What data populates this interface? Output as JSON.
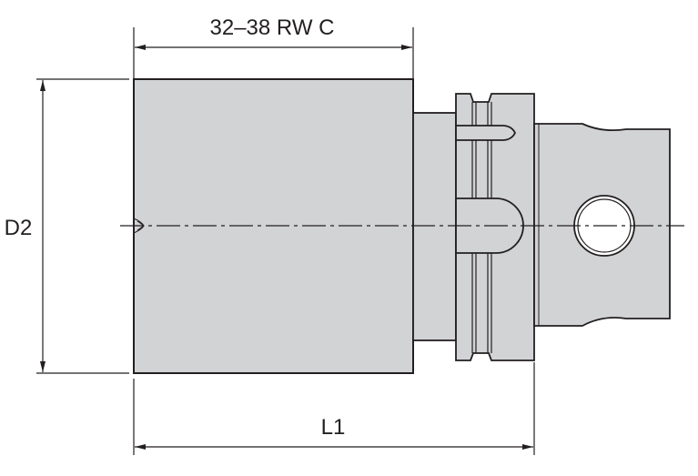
{
  "dimensions": {
    "top_width": "32–38 RW C",
    "diameter": "D2",
    "length": "L1"
  },
  "colors": {
    "body_fill": "#d2d3d5",
    "line": "#231f20",
    "background": "#ffffff"
  }
}
